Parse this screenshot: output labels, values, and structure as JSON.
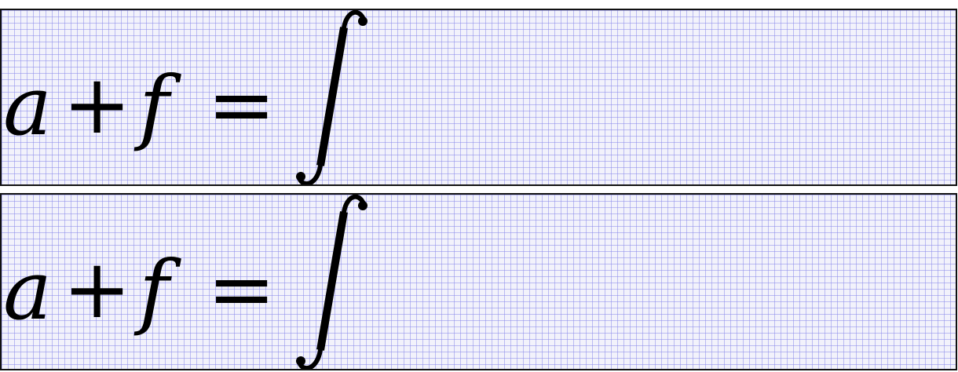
{
  "equations": [
    {
      "var_a": "a",
      "plus": "+",
      "var_f": "f",
      "equals": "=",
      "integral_sign": "∫"
    },
    {
      "var_a": "a",
      "plus": "+",
      "var_f": "f",
      "equals": "=",
      "integral_sign": "∫"
    }
  ],
  "colors": {
    "ink": "#000000",
    "grid_line": "#8c8ceb",
    "paper": "#f2f2fb",
    "border": "#111111"
  }
}
